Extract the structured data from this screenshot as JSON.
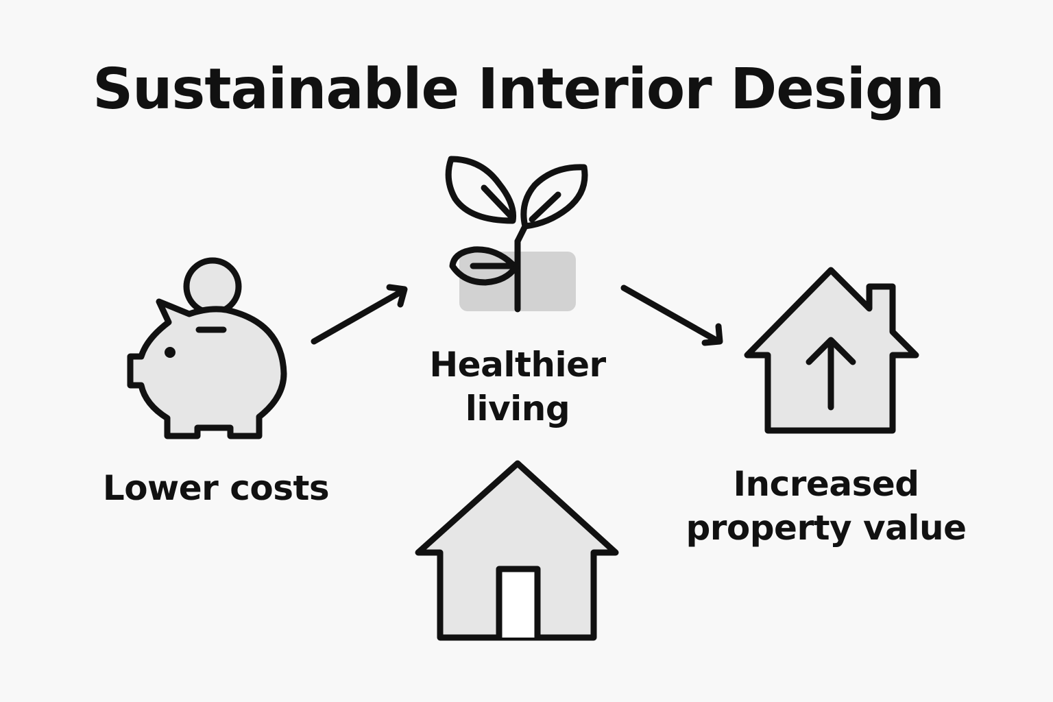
{
  "title": "Sustainable Interior Design",
  "items": [
    {
      "label_line1": "Lower costs",
      "label_line2": "",
      "icon": "piggy-bank-icon"
    },
    {
      "label_line1": "Healthier",
      "label_line2": "living",
      "icon": "plant-sprout-icon"
    },
    {
      "label_line1": "Increased",
      "label_line2": "property value",
      "icon": "house-up-arrow-icon"
    }
  ],
  "extra_icon": "house-icon",
  "colors": {
    "background": "#f8f8f8",
    "stroke": "#111111",
    "icon_fill": "#e6e6e6",
    "plant_box": "#d2d2d2"
  }
}
